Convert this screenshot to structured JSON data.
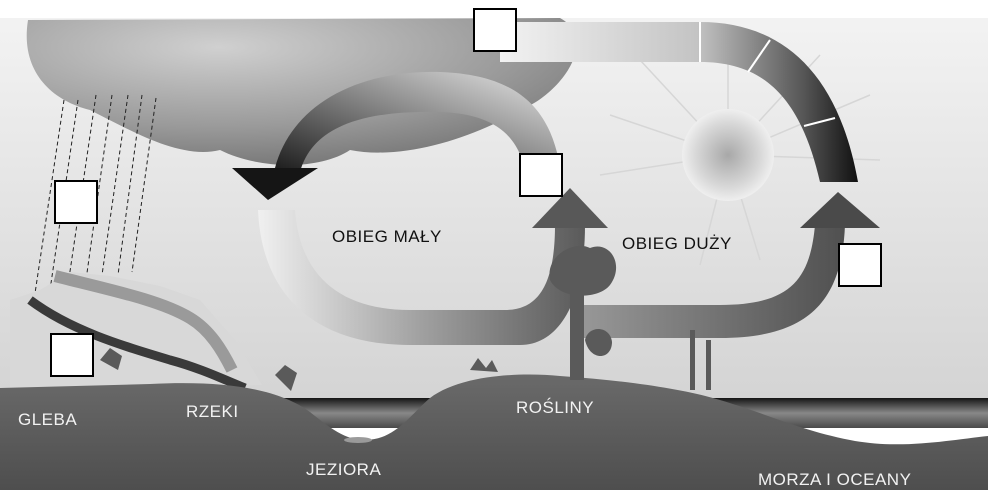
{
  "labels": {
    "small_cycle": "OBIEG  MAŁY",
    "large_cycle": "OBIEG  DUŻY",
    "soil": "GLEBA",
    "rivers": "RZEKI",
    "lakes": "JEZIORA",
    "plants": "ROŚLINY",
    "seas": "MORZA I OCEANY"
  },
  "answer_boxes": [
    "",
    "",
    "",
    "",
    "",
    ""
  ],
  "colors": {
    "ground": "#5a5a5a",
    "sky_band": "#e8e8e8",
    "arrow_dark": "#1a1a1a",
    "arrow_light": "#e0e0e0"
  }
}
